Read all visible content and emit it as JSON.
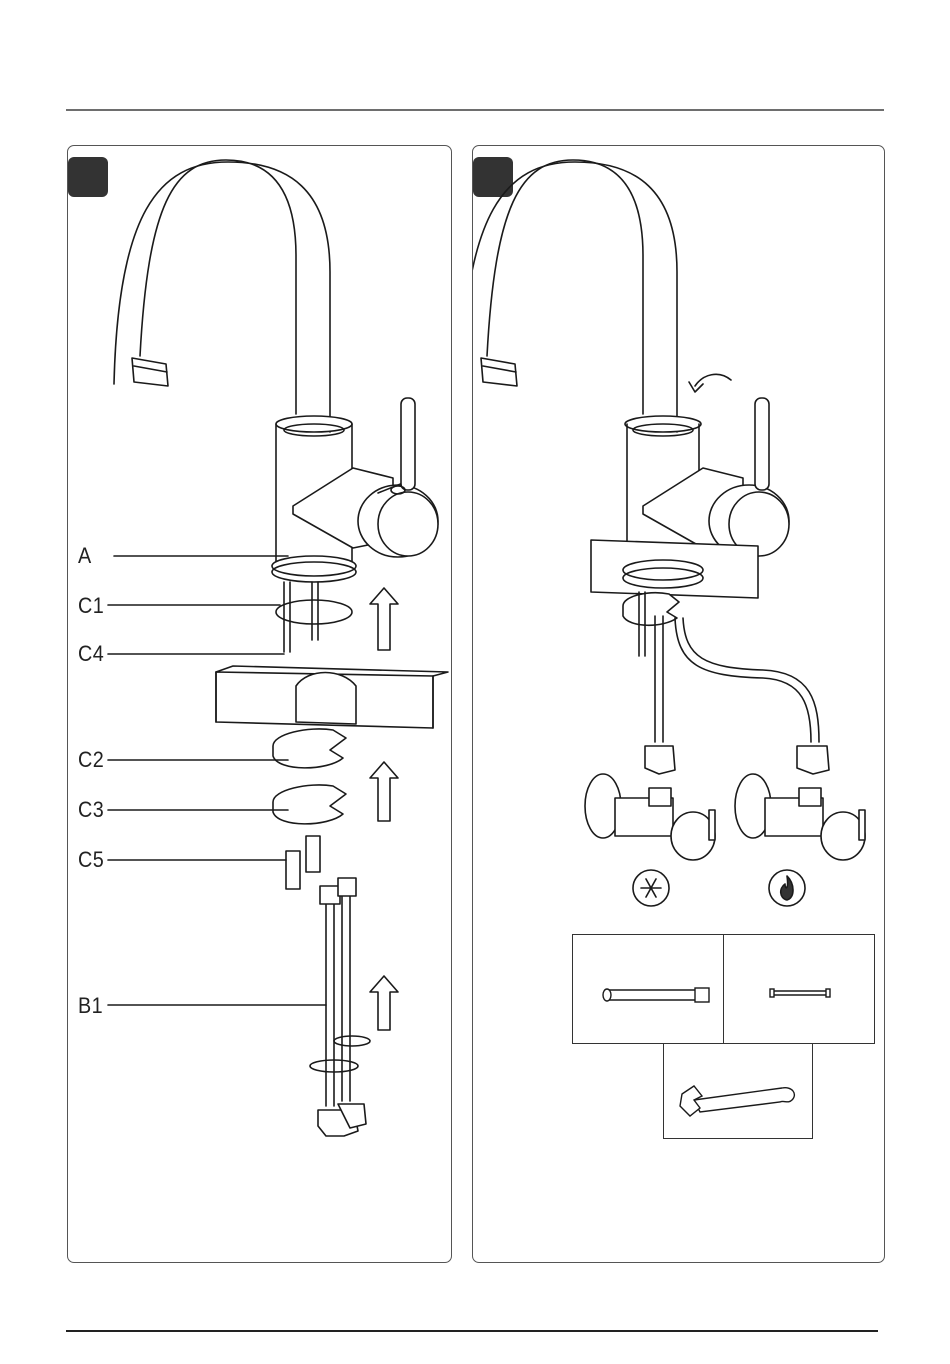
{
  "page": {
    "steps": [
      {
        "badge_color": "#333333",
        "parts": [
          {
            "label": "A",
            "name": "tap-body"
          },
          {
            "label": "C1",
            "name": "o-ring"
          },
          {
            "label": "C4",
            "name": "threaded-studs"
          },
          {
            "label": "C2",
            "name": "rubber-washer"
          },
          {
            "label": "C3",
            "name": "metal-washer"
          },
          {
            "label": "C5",
            "name": "fixing-nuts"
          },
          {
            "label": "B1",
            "name": "flexible-hoses"
          }
        ]
      },
      {
        "badge_color": "#333333",
        "valve_icons": [
          "snowflake-icon",
          "flame-icon"
        ],
        "tools": [
          "long-socket-tool-icon",
          "rod-icon",
          "adjustable-wrench-icon"
        ]
      }
    ]
  }
}
